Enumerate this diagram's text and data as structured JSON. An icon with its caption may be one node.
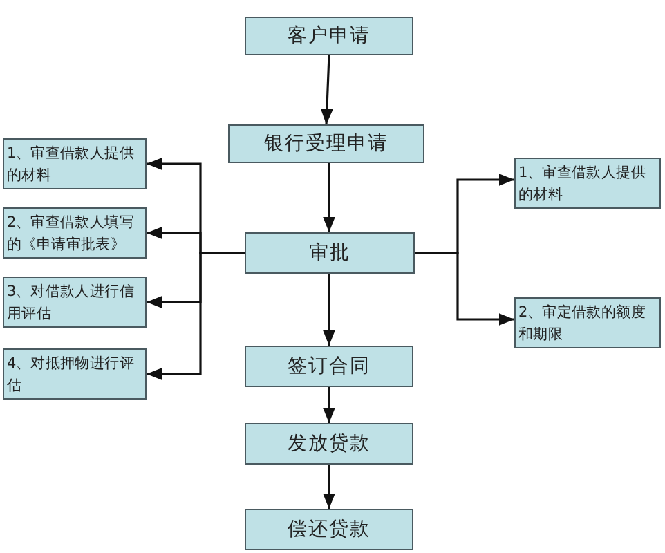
{
  "diagram": {
    "nodes": [
      {
        "text": [
          "客户申请"
        ]
      },
      {
        "text": [
          "银行受理申请"
        ]
      },
      {
        "text": [
          "审批"
        ]
      },
      {
        "text": [
          "签订合同"
        ]
      },
      {
        "text": [
          "发放贷款"
        ]
      },
      {
        "text": [
          "偿还贷款"
        ]
      },
      {
        "text": [
          "1、审查借款人提供的材料"
        ]
      },
      {
        "text": [
          "2、审查借款人填写的《申请审批表》"
        ]
      },
      {
        "text": [
          "3、对借款人进行信用评估"
        ]
      },
      {
        "text": [
          "4、对抵押物进行评估"
        ]
      },
      {
        "text": [
          "1、审查借款人提供的材料"
        ]
      },
      {
        "text": [
          "2、审定借款的额度和期限"
        ]
      }
    ],
    "edges": [
      {
        "from": 0,
        "to": 1,
        "arrow": "to"
      },
      {
        "from": 1,
        "to": 2,
        "arrow": "to"
      },
      {
        "from": 2,
        "to": 3,
        "arrow": "to"
      },
      {
        "from": 3,
        "to": 4,
        "arrow": "to"
      },
      {
        "from": 4,
        "to": 5,
        "arrow": "to"
      },
      {
        "from": 2,
        "to": 6,
        "arrow": "to"
      },
      {
        "from": 2,
        "to": 7,
        "arrow": "to"
      },
      {
        "from": 2,
        "to": 8,
        "arrow": "to"
      },
      {
        "from": 2,
        "to": 9,
        "arrow": "to"
      },
      {
        "from": 2,
        "to": 10,
        "arrow": "to"
      },
      {
        "from": 2,
        "to": 11,
        "arrow": "to"
      }
    ]
  }
}
